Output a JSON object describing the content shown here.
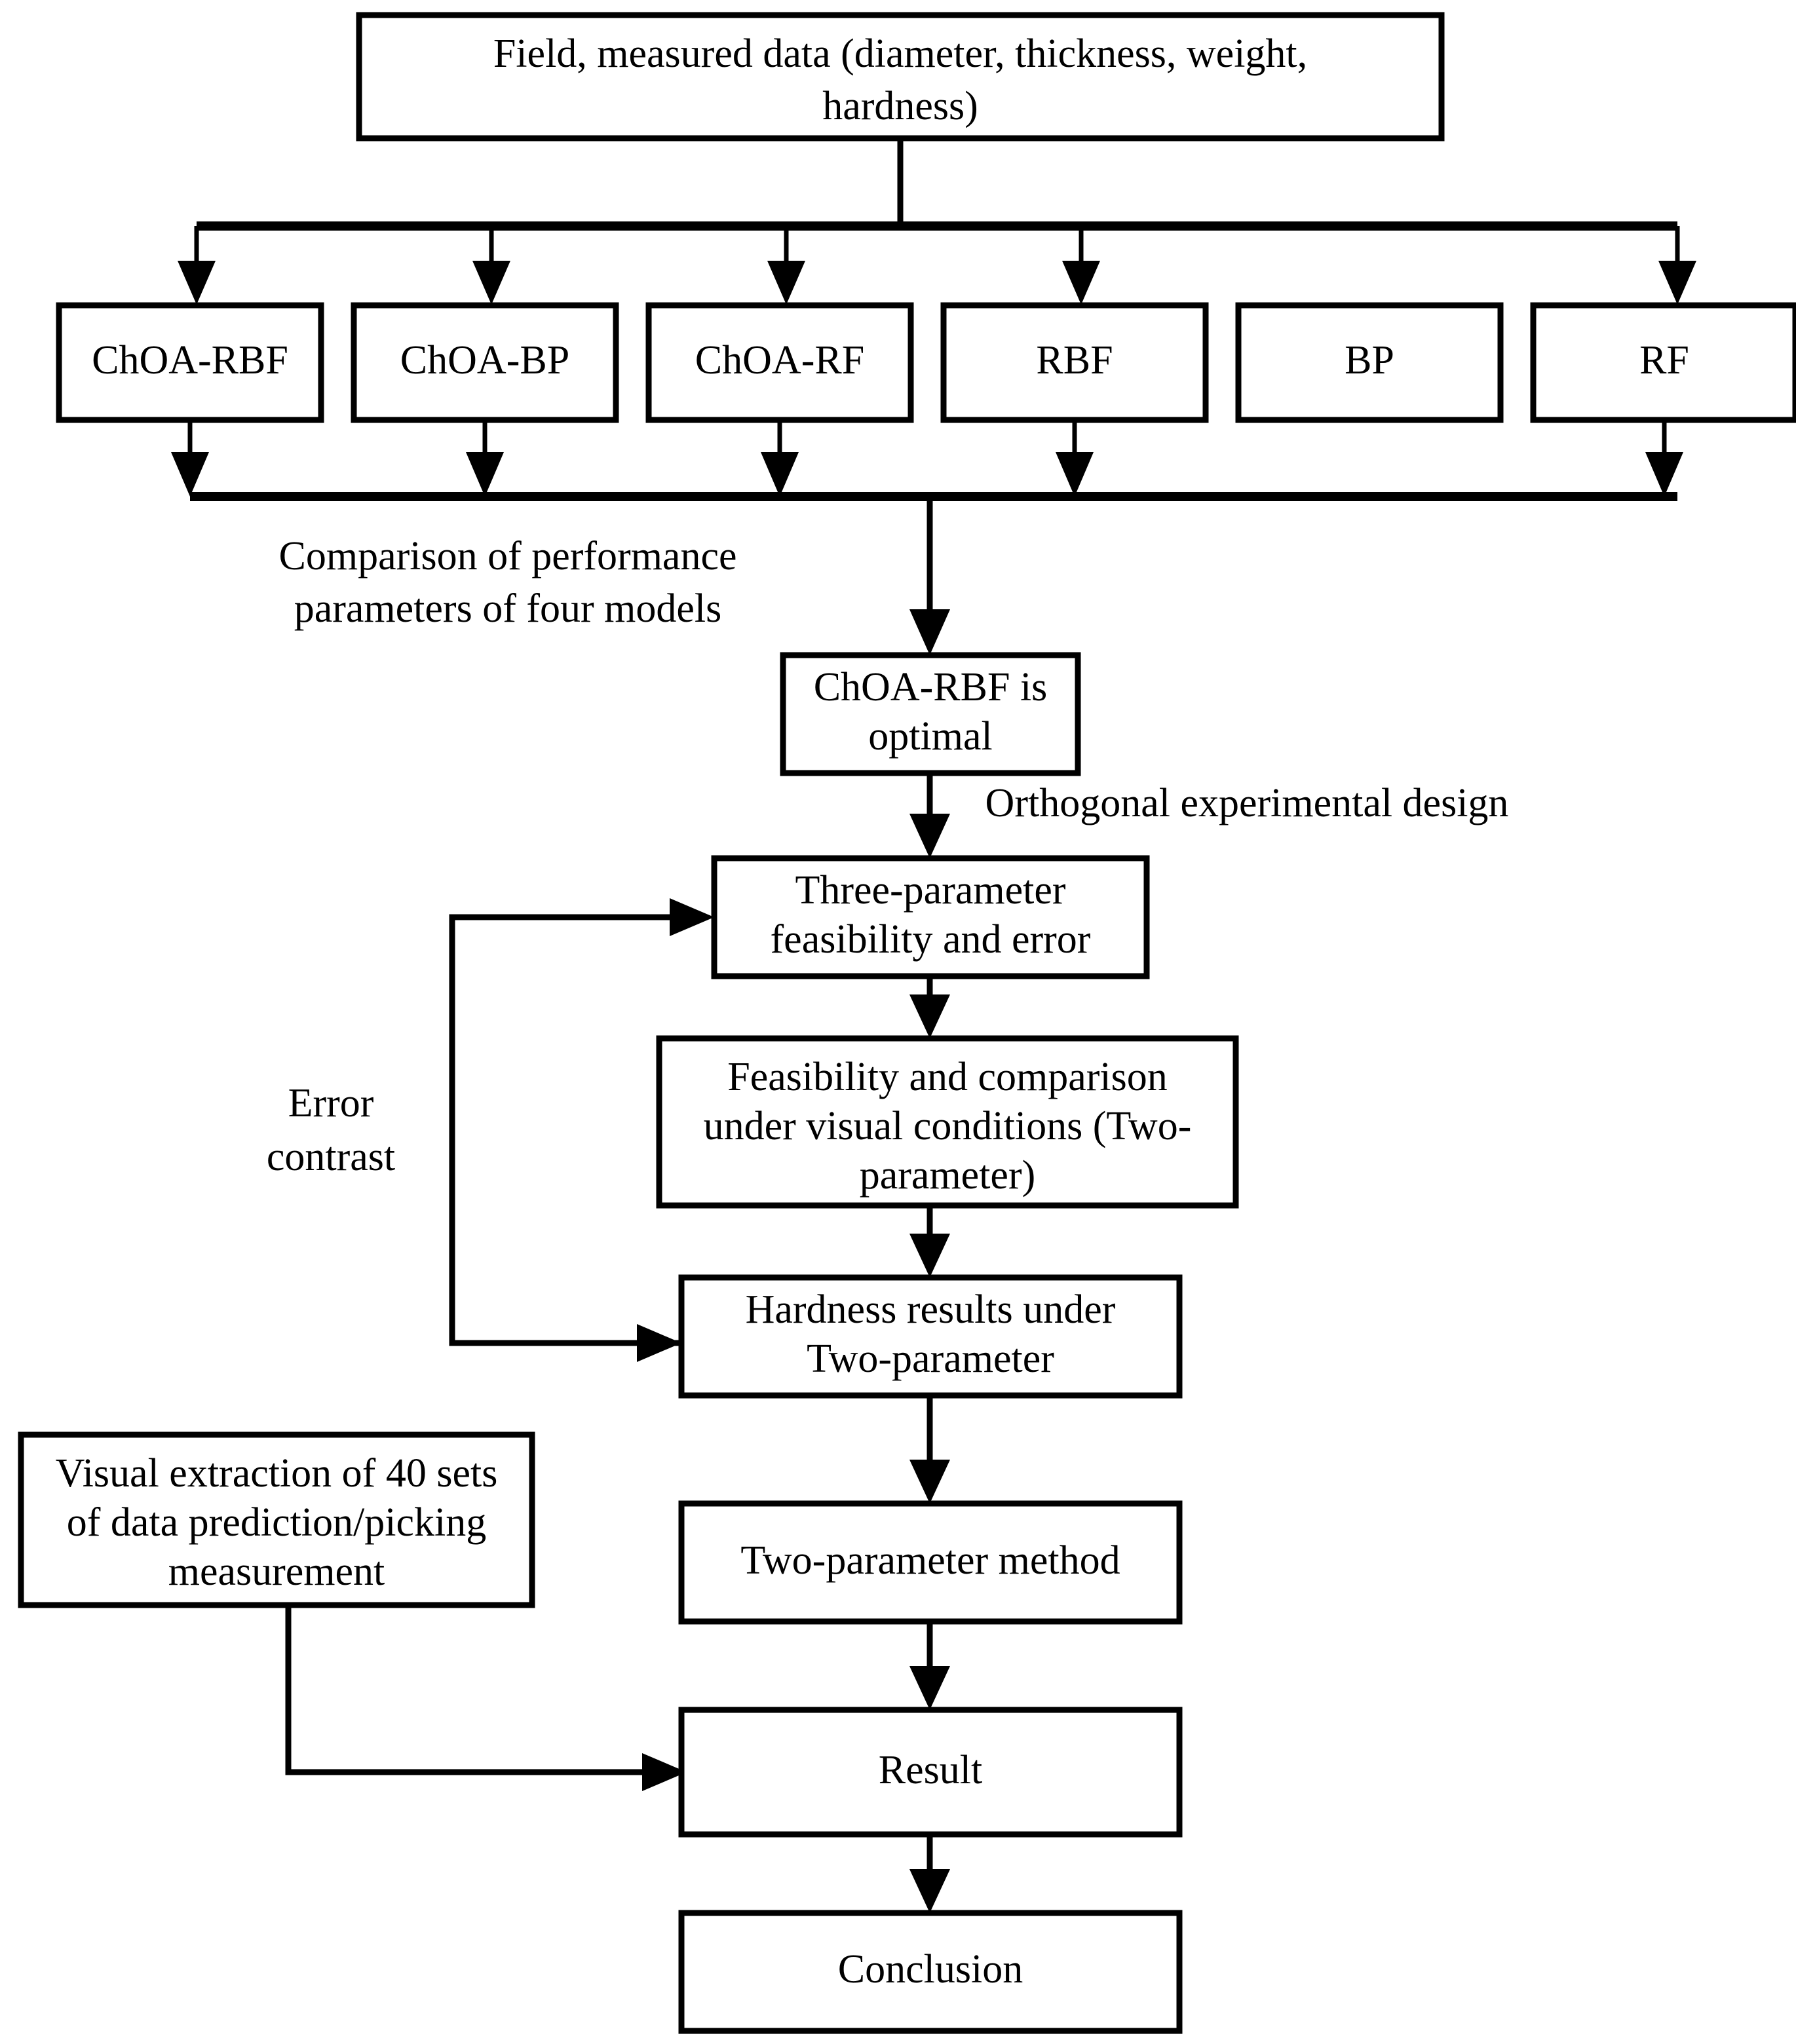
{
  "diagram": {
    "title": "Research methodology flowchart",
    "colors": {
      "stroke": "#000000",
      "fill": "#ffffff",
      "text": "#000000"
    },
    "nodes": {
      "field_data": "Field, measured data (diameter, thickness, weight, hardness)",
      "field_data_line1": "Field, measured data (diameter, thickness, weight,",
      "field_data_line2": "hardness)",
      "choa_rbf": "ChOA-RBF",
      "choa_bp": "ChOA-BP",
      "choa_rf": "ChOA-RF",
      "rbf": "RBF",
      "bp": "BP",
      "rf": "RF",
      "choa_rbf_optimal_line1": "ChOA-RBF is",
      "choa_rbf_optimal_line2": "optimal",
      "three_param_line1": "Three-parameter",
      "three_param_line2": "feasibility and error",
      "feasibility_line1": "Feasibility and comparison",
      "feasibility_line2": "under visual conditions (Two-",
      "feasibility_line3": "parameter)",
      "hardness_line1": "Hardness results under",
      "hardness_line2": "Two-parameter",
      "visual_extraction_line1": "Visual extraction of 40 sets",
      "visual_extraction_line2": "of data prediction/picking",
      "visual_extraction_line3": "measurement",
      "two_param_method": "Two-parameter method",
      "result": "Result",
      "conclusion": "Conclusion"
    },
    "edge_labels": {
      "comparison_line1": "Comparison of performance",
      "comparison_line2": "parameters of four models",
      "orthogonal": "Orthogonal experimental design",
      "error_contrast_line1": "Error",
      "error_contrast_line2": "contrast"
    }
  }
}
